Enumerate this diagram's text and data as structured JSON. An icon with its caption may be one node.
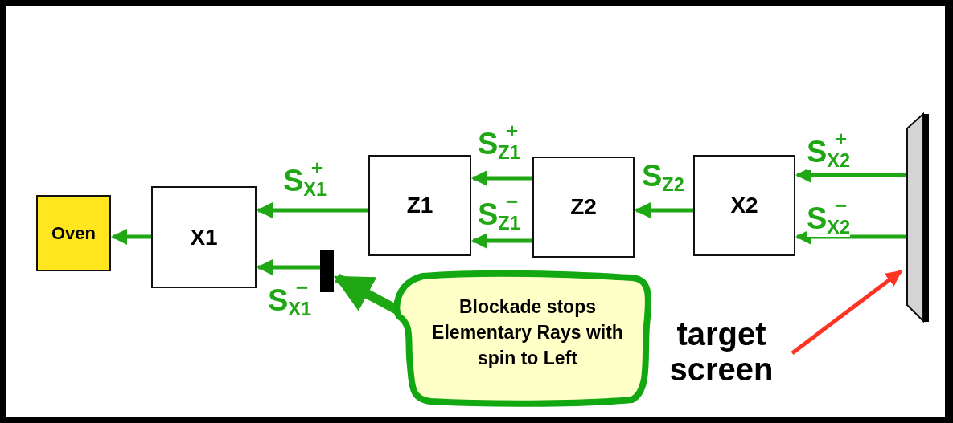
{
  "diagram": {
    "nodes": [
      {
        "text": [
          "Oven"
        ]
      },
      {
        "text": [
          "X1"
        ]
      },
      {
        "text": [
          "Z1"
        ]
      },
      {
        "text": [
          "Z2"
        ]
      },
      {
        "text": [
          "X2"
        ]
      },
      {
        "text": [],
        "shape": "box"
      },
      {
        "text": [],
        "shape": "bar"
      },
      {
        "text": [
          "Blockade stops Elementary Rays with spin to Left"
        ]
      },
      {
        "text": [
          "target screen"
        ]
      }
    ],
    "edges": [
      {
        "from": 1,
        "to": 0,
        "arrow": "to"
      },
      {
        "from": 2,
        "to": 1,
        "arrow": "to",
        "label": "S$^{+}$$_{X1}$"
      },
      {
        "from": 6,
        "to": 1,
        "arrow": "to",
        "label": "S$^{−}$$_{X1}$"
      },
      {
        "from": 3,
        "to": 2,
        "arrow": "to",
        "label": "S$^{+}$$_{Z1}$"
      },
      {
        "from": 3,
        "to": 2,
        "arrow": "to",
        "label": "S$^{−}$$_{Z1}$"
      },
      {
        "from": 4,
        "to": 3,
        "arrow": "to",
        "label": "S$_{Z2}$"
      },
      {
        "from": 5,
        "to": 4,
        "arrow": "to",
        "label": "S$^{+}$$_{X2}$"
      },
      {
        "from": 5,
        "to": 4,
        "arrow": "to",
        "label": "S$^{−}$$_{X2}$"
      },
      {
        "from": 7,
        "to": 6,
        "arrow": "to",
        "style": "thick"
      },
      {
        "from": 8,
        "to": 5,
        "arrow": "to",
        "color": "#ff3324"
      }
    ]
  }
}
